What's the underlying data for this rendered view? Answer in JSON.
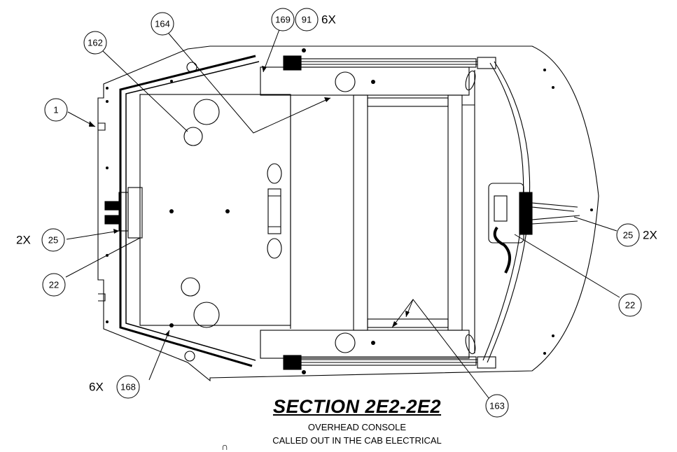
{
  "section": {
    "title": "SECTION 2E2-2E2",
    "subtitle": "OVERHEAD CONSOLE",
    "note": "CALLED OUT IN THE CAB ELECTRICAL",
    "stray_mark": "∩"
  },
  "callouts": {
    "c1": "1",
    "c162": "162",
    "c164": "164",
    "c169": "169",
    "c91": "91",
    "c91_mult": "6X",
    "c25_left": "25",
    "c25_left_mult": "2X",
    "c22_left": "22",
    "c168": "168",
    "c168_mult": "6X",
    "c163": "163",
    "c25_right": "25",
    "c25_right_mult": "2X",
    "c22_right": "22"
  }
}
